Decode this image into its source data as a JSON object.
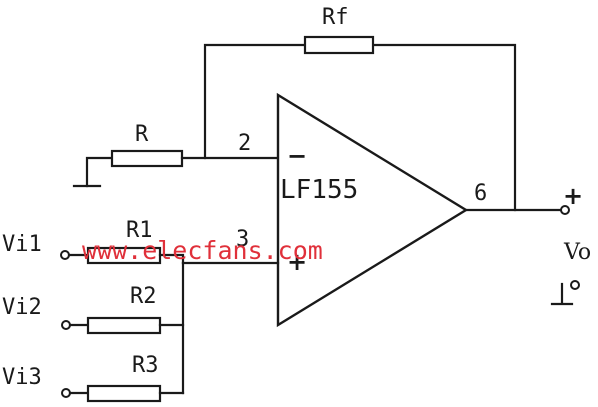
{
  "diagram": {
    "opamp_label": "LF155",
    "pins": {
      "inverting": "2",
      "noninverting": "3",
      "output": "6"
    },
    "polarity": {
      "minus": "−",
      "plus": "+",
      "output_plus": "+"
    },
    "resistors": {
      "feedback": "Rf",
      "ground": "R",
      "r1": "R1",
      "r2": "R2",
      "r3": "R3"
    },
    "inputs": {
      "vi1": "Vi1",
      "vi2": "Vi2",
      "vi3": "Vi3"
    },
    "output_label": "Vo",
    "watermark": "www.elecfans.com"
  }
}
